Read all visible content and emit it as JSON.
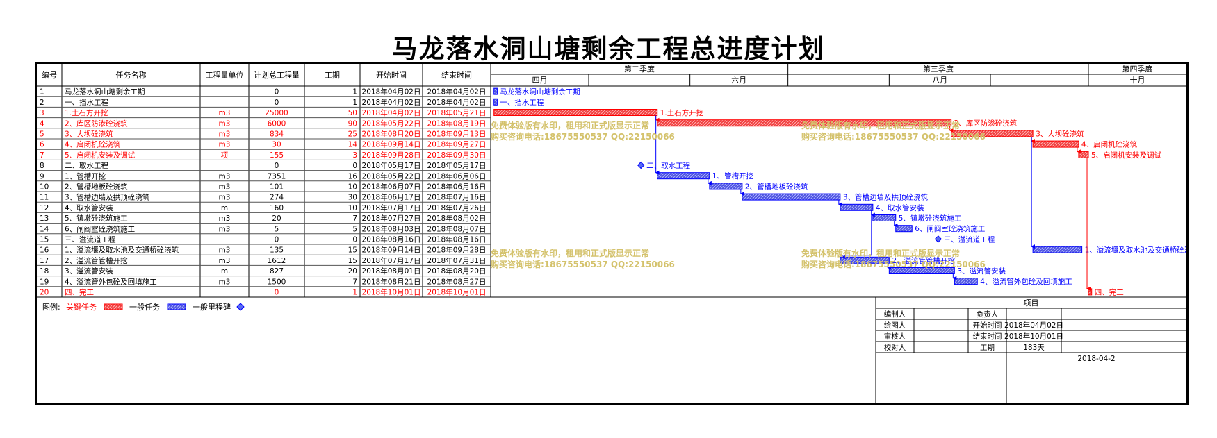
{
  "title": "马龙落水洞山塘剩余工程总进度计划",
  "columns": [
    "编号",
    "任务名称",
    "工程量单位",
    "计划总工程量",
    "工期",
    "开始时间",
    "结束时间"
  ],
  "timescale": {
    "quarters": [
      {
        "label": "第二季度",
        "start": "2018-04-01",
        "end": "2018-07-01"
      },
      {
        "label": "第三季度",
        "start": "2018-07-01",
        "end": "2018-10-01"
      },
      {
        "label": "第四季度",
        "start": "2018-10-01",
        "end": "2018-12-31"
      }
    ],
    "months": [
      {
        "label": "四月",
        "start": "2018-04-01",
        "end": "2018-05-01"
      },
      {
        "label": "",
        "start": "2018-05-01",
        "end": "2018-06-01"
      },
      {
        "label": "六月",
        "start": "2018-06-01",
        "end": "2018-07-01"
      },
      {
        "label": "",
        "start": "2018-07-01",
        "end": "2018-08-01"
      },
      {
        "label": "八月",
        "start": "2018-08-01",
        "end": "2018-09-01"
      },
      {
        "label": "",
        "start": "2018-09-01",
        "end": "2018-10-01"
      },
      {
        "label": "十月",
        "start": "2018-10-01",
        "end": "2018-11-01"
      }
    ],
    "range": [
      "2018-04-01",
      "2018-10-31"
    ]
  },
  "chart_data": {
    "type": "gantt",
    "tasks": [
      {
        "id": "1",
        "name": "马龙落水洞山塘剩余工期",
        "unit": "",
        "qty": "0",
        "dur": "1",
        "start": "2018年04月02日",
        "end": "2018年04月02日",
        "s": "2018-04-02",
        "e": "2018-04-02",
        "kind": "summary",
        "critical": false,
        "label": "马龙落水洞山塘剩余工期"
      },
      {
        "id": "2",
        "name": "一、挡水工程",
        "unit": "",
        "qty": "0",
        "dur": "1",
        "start": "2018年04月02日",
        "end": "2018年04月02日",
        "s": "2018-04-02",
        "e": "2018-04-02",
        "kind": "summary",
        "critical": false,
        "label": "一、挡水工程"
      },
      {
        "id": "3",
        "name": "1.土石方开挖",
        "unit": "m3",
        "qty": "25000",
        "dur": "50",
        "start": "2018年04月02日",
        "end": "2018年05月21日",
        "s": "2018-04-02",
        "e": "2018-05-21",
        "kind": "task",
        "critical": true,
        "label": "1.土石方开挖"
      },
      {
        "id": "4",
        "name": "2、库区防渗砼浇筑",
        "unit": "m3",
        "qty": "6000",
        "dur": "90",
        "start": "2018年05月22日",
        "end": "2018年08月19日",
        "s": "2018-05-22",
        "e": "2018-08-19",
        "kind": "task",
        "critical": true,
        "label": "2、库区防渗砼浇筑"
      },
      {
        "id": "5",
        "name": "3、大坝砼浇筑",
        "unit": "m3",
        "qty": "834",
        "dur": "25",
        "start": "2018年08月20日",
        "end": "2018年09月13日",
        "s": "2018-08-20",
        "e": "2018-09-13",
        "kind": "task",
        "critical": true,
        "label": "3、大坝砼浇筑"
      },
      {
        "id": "6",
        "name": "4、启闭机砼浇筑",
        "unit": "m3",
        "qty": "30",
        "dur": "14",
        "start": "2018年09月14日",
        "end": "2018年09月27日",
        "s": "2018-09-14",
        "e": "2018-09-27",
        "kind": "task",
        "critical": true,
        "label": "4、启闭机砼浇筑"
      },
      {
        "id": "7",
        "name": "5、启闭机安装及调试",
        "unit": "项",
        "qty": "155",
        "dur": "3",
        "start": "2018年09月28日",
        "end": "2018年09月30日",
        "s": "2018-09-28",
        "e": "2018-09-30",
        "kind": "task",
        "critical": true,
        "label": "5、启闭机安装及调试"
      },
      {
        "id": "8",
        "name": "二、取水工程",
        "unit": "",
        "qty": "0",
        "dur": "0",
        "start": "2018年05月17日",
        "end": "2018年05月17日",
        "s": "2018-05-17",
        "e": "2018-05-17",
        "kind": "milestone",
        "critical": false,
        "label": "二、取水工程"
      },
      {
        "id": "9",
        "name": "1、管槽开挖",
        "unit": "m3",
        "qty": "7351",
        "dur": "16",
        "start": "2018年05月22日",
        "end": "2018年06月06日",
        "s": "2018-05-22",
        "e": "2018-06-06",
        "kind": "task",
        "critical": false,
        "label": "1、管槽开挖"
      },
      {
        "id": "10",
        "name": "2、管槽地板砼浇筑",
        "unit": "m3",
        "qty": "101",
        "dur": "10",
        "start": "2018年06月07日",
        "end": "2018年06月16日",
        "s": "2018-06-07",
        "e": "2018-06-16",
        "kind": "task",
        "critical": false,
        "label": "2、管槽地板砼浇筑"
      },
      {
        "id": "11",
        "name": "3、管槽边墙及拱顶砼浇筑",
        "unit": "m3",
        "qty": "274",
        "dur": "30",
        "start": "2018年06月17日",
        "end": "2018年07月16日",
        "s": "2018-06-17",
        "e": "2018-07-16",
        "kind": "task",
        "critical": false,
        "label": "3、管槽边墙及拱顶砼浇筑"
      },
      {
        "id": "12",
        "name": "4、取水管安装",
        "unit": "m",
        "qty": "160",
        "dur": "10",
        "start": "2018年07月17日",
        "end": "2018年07月26日",
        "s": "2018-07-17",
        "e": "2018-07-26",
        "kind": "task",
        "critical": false,
        "label": "4、取水管安装"
      },
      {
        "id": "13",
        "name": "5、镇墩砼浇筑施工",
        "unit": "m3",
        "qty": "20",
        "dur": "7",
        "start": "2018年07月27日",
        "end": "2018年08月02日",
        "s": "2018-07-27",
        "e": "2018-08-02",
        "kind": "task",
        "critical": false,
        "label": "5、镇墩砼浇筑施工"
      },
      {
        "id": "14",
        "name": "6、闸阀室砼浇筑施工",
        "unit": "m3",
        "qty": "5",
        "dur": "5",
        "start": "2018年08月03日",
        "end": "2018年08月07日",
        "s": "2018-08-03",
        "e": "2018-08-07",
        "kind": "task",
        "critical": false,
        "label": "6、闸阀室砼浇筑施工"
      },
      {
        "id": "15",
        "name": "三、溢流道工程",
        "unit": "",
        "qty": "0",
        "dur": "0",
        "start": "2018年08月16日",
        "end": "2018年08月16日",
        "s": "2018-08-16",
        "e": "2018-08-16",
        "kind": "milestone",
        "critical": false,
        "label": "三、溢流道工程"
      },
      {
        "id": "16",
        "name": "1、溢流堰及取水池及交通桥砼浇筑",
        "unit": "m3",
        "qty": "135",
        "dur": "15",
        "start": "2018年09月14日",
        "end": "2018年09月28日",
        "s": "2018-09-14",
        "e": "2018-09-28",
        "kind": "task",
        "critical": false,
        "label": "1、溢流堰及取水池及交通桥砼浇筑"
      },
      {
        "id": "17",
        "name": "2、溢流管管槽开挖",
        "unit": "m3",
        "qty": "1612",
        "dur": "15",
        "start": "2018年07月17日",
        "end": "2018年07月31日",
        "s": "2018-07-17",
        "e": "2018-07-31",
        "kind": "task",
        "critical": false,
        "label": "2、溢流管管槽开挖"
      },
      {
        "id": "18",
        "name": "3、溢流管安装",
        "unit": "m",
        "qty": "827",
        "dur": "20",
        "start": "2018年08月01日",
        "end": "2018年08月20日",
        "s": "2018-08-01",
        "e": "2018-08-20",
        "kind": "task",
        "critical": false,
        "label": "3、溢流管安装"
      },
      {
        "id": "19",
        "name": "4、溢流管外包砼及回填施工",
        "unit": "m3",
        "qty": "1500",
        "dur": "7",
        "start": "2018年08月21日",
        "end": "2018年08月27日",
        "s": "2018-08-21",
        "e": "2018-08-27",
        "kind": "task",
        "critical": false,
        "label": "4、溢流管外包砼及回填施工"
      },
      {
        "id": "20",
        "name": "四、完工",
        "unit": "",
        "qty": "0",
        "dur": "1",
        "start": "2018年10月01日",
        "end": "2018年10月01日",
        "s": "2018-10-01",
        "e": "2018-10-01",
        "kind": "task",
        "critical": true,
        "label": "四、完工"
      }
    ],
    "links": [
      [
        3,
        4
      ],
      [
        4,
        5
      ],
      [
        5,
        6
      ],
      [
        6,
        7
      ],
      [
        7,
        20
      ],
      [
        3,
        9
      ],
      [
        9,
        10
      ],
      [
        10,
        11
      ],
      [
        11,
        12
      ],
      [
        12,
        13
      ],
      [
        13,
        14
      ],
      [
        12,
        17
      ],
      [
        17,
        18
      ],
      [
        18,
        19
      ],
      [
        5,
        16
      ]
    ]
  },
  "watermark": {
    "line1": "免费体验版有水印，租用和正式版显示正常",
    "line2": "购买咨询电话:18675550537 QQ:22150066"
  },
  "legend": {
    "prefix": "图例:",
    "critical": "关键任务",
    "normal": "一般任务",
    "milestone": "一般里程碑"
  },
  "info": {
    "header": "项目",
    "rows": [
      [
        "编制人",
        "",
        "负责人",
        ""
      ],
      [
        "绘图人",
        "",
        "开始时间",
        "2018年04月02日"
      ],
      [
        "审核人",
        "",
        "结束时间",
        "2018年10月01日"
      ],
      [
        "校对人",
        "",
        "工期",
        "183天"
      ]
    ],
    "date": "2018-04-2"
  },
  "colors": {
    "critical": "#ff0000",
    "normal": "#0000ff",
    "critical_fill": "#f04040",
    "normal_fill": "#4f55e0",
    "watermark": "#d4c26c"
  }
}
